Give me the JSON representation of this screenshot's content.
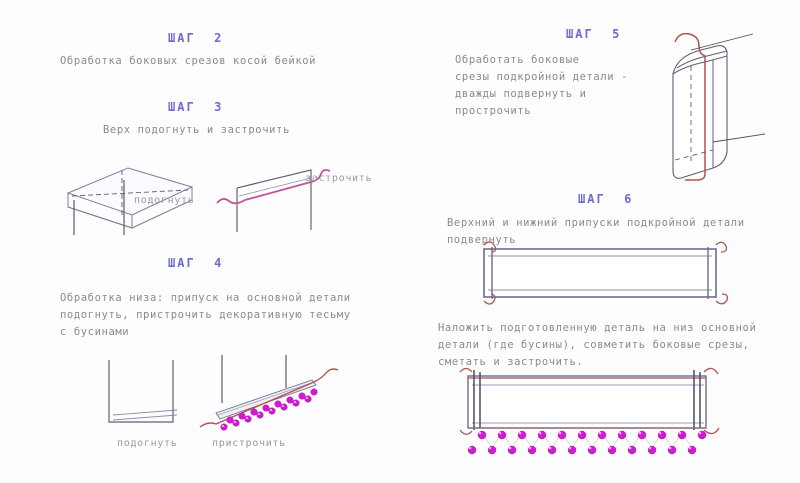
{
  "document": {
    "title": "Обработка низа изделия — пошаговая инструкция",
    "language": "ru",
    "background_color": "#fdfdfd",
    "text_color": "#8a8a90",
    "heading_color": "#6b6bd0",
    "accent_colors": {
      "fabric_outline": "#6d6d8c",
      "fabric_outline_dark": "#3f3f4f",
      "stitch_pink": "#c0559f",
      "stitch_red": "#b5504f",
      "bead_magenta": "#d21ad2",
      "bead_highlight": "#f0a8f0"
    }
  },
  "left_column": {
    "step2": {
      "heading": "ШАГ  2",
      "body": "Обработка боковых срезов косой бейкой"
    },
    "step3": {
      "heading": "ШАГ  3",
      "body": "Верх подогнуть и застрочить",
      "figure_labels": {
        "fold": "подогнуть",
        "stitch": "застрочить"
      }
    },
    "step4": {
      "heading": "ШАГ  4",
      "body_lines": [
        "Обработка низа: припуск на основной детали",
        "подогнуть, пристрочить декоративную тесьму",
        "с бусинами"
      ],
      "figure_labels": {
        "fold": "подогнуть",
        "stitch": "пристрочить"
      }
    }
  },
  "right_column": {
    "step5": {
      "heading": "ШАГ  5",
      "body_lines": [
        "Обработать боковые",
        "срезы подкройной детали -",
        "дважды подвернуть и",
        "прострочить"
      ]
    },
    "step6": {
      "heading": "ШАГ  6",
      "body_lines": [
        "Верхний и нижний припуски подкройной детали",
        "подвернуть"
      ]
    },
    "final": {
      "body_lines": [
        "Наложить подготовленную деталь на низ основной",
        "детали (где бусины), совметить боковые срезы,",
        "сметать и застрочить."
      ]
    }
  },
  "figures": {
    "step3_fold": {
      "name": "tilted-folded-panel",
      "description": "наклонная деталь со сгибом"
    },
    "step3_stitch": {
      "name": "stitched-top-edge",
      "description": "верх застрочен"
    },
    "step5_tube": {
      "name": "rolled-side-seam",
      "description": "боковой срез дважды подвёрнут"
    },
    "step6_rect": {
      "name": "folded-facing-rectangle",
      "description": "припуски подвёрнуты"
    },
    "step4_fold": {
      "name": "bottom-allowance-fold",
      "description": "припуск низа подогнут"
    },
    "step4_beads": {
      "name": "beaded-trim-attached",
      "description": "тесьма с бусинами пристрочена"
    },
    "final_assembly": {
      "name": "assembled-piece-with-beads",
      "description": "готовая деталь с бусинами"
    }
  }
}
